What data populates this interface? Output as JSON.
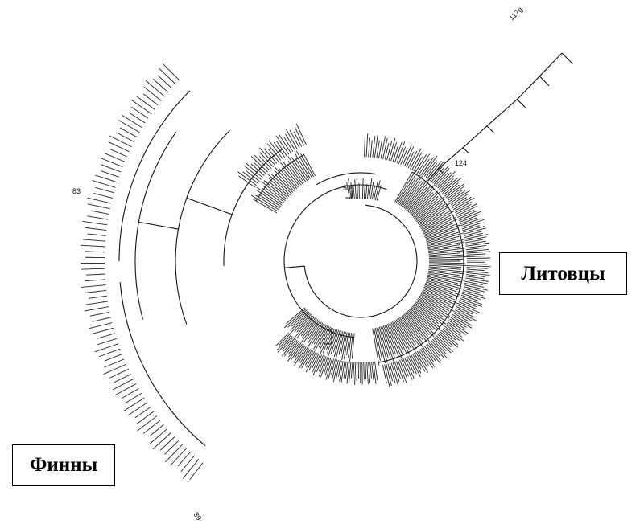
{
  "groups": {
    "lithuanians": "Литовцы",
    "finns": "Финны"
  },
  "node_labels": {
    "top_outlier": "117g",
    "mid_a": "124",
    "mid_b": "50",
    "finn_top": "83",
    "finn_bottom": "89"
  },
  "colors": {
    "line": "#111111",
    "background": "#ffffff"
  }
}
